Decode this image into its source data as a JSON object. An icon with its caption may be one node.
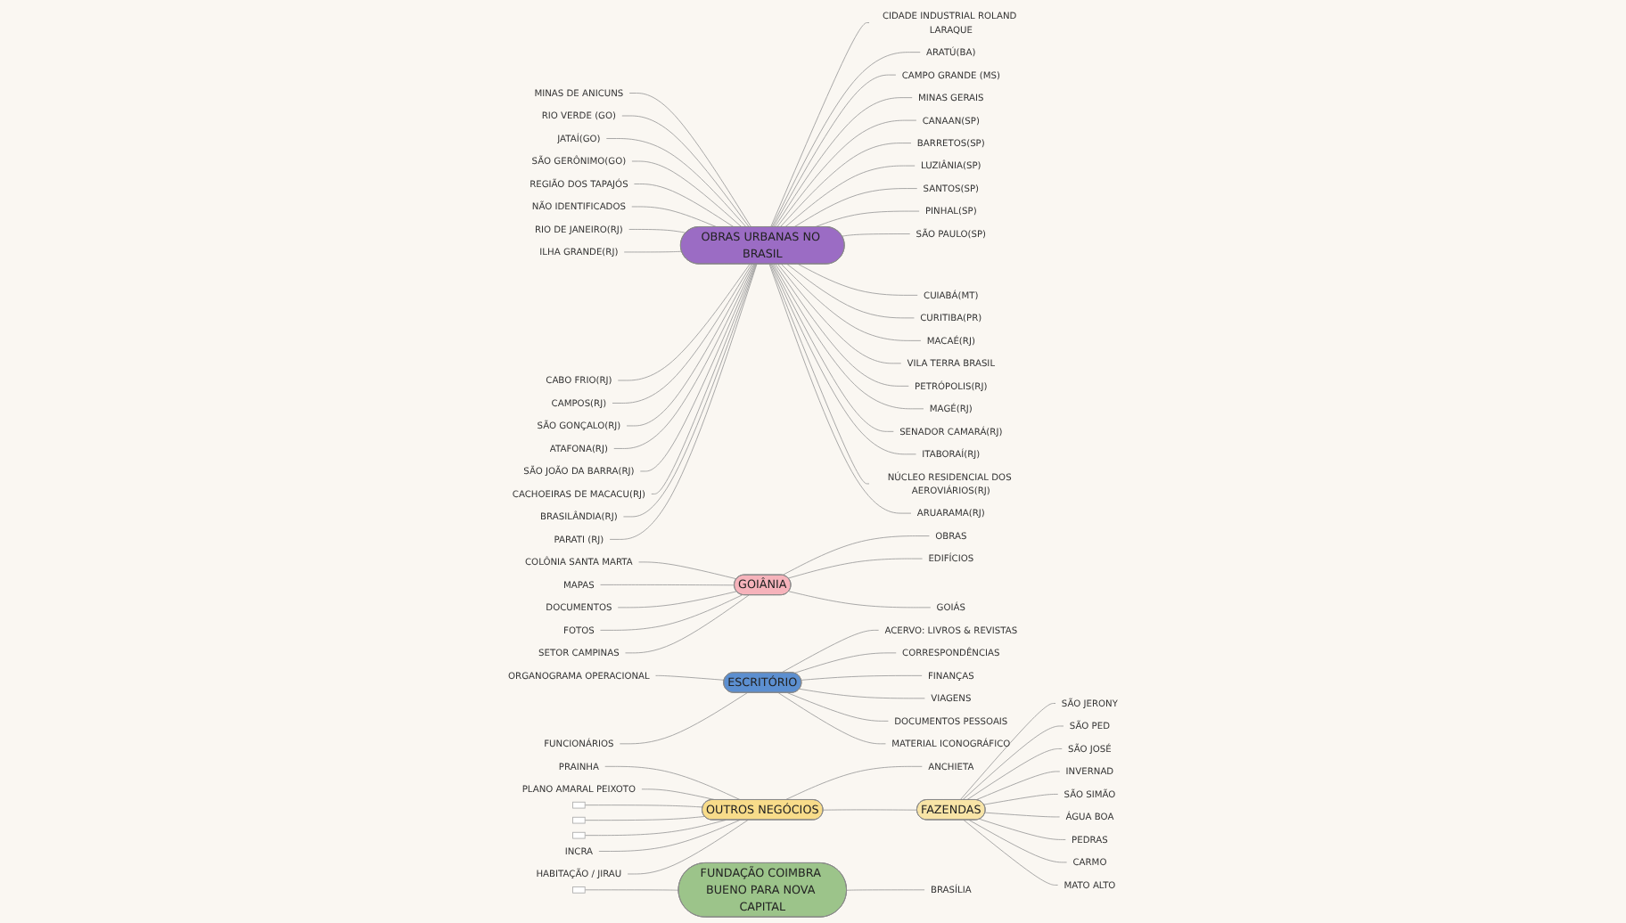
{
  "diagram": {
    "nodes": [
      {
        "text": [
          "OBRAS URBANAS NO BRASIL"
        ]
      },
      {
        "text": [
          "MINAS DE ANICUNS"
        ]
      },
      {
        "text": [
          "RIO VERDE (GO)"
        ]
      },
      {
        "text": [
          "JATAÍ(GO)"
        ]
      },
      {
        "text": [
          "SÃO GERÔNIMO(GO)"
        ]
      },
      {
        "text": [
          "REGIÃO DOS TAPAJÓS"
        ]
      },
      {
        "text": [
          "NÃO IDENTIFICADOS"
        ]
      },
      {
        "text": [
          "CIDADE INDUSTRIAL ROLAND LARAQUE"
        ]
      },
      {
        "text": [
          "ARATÚ(BA)"
        ]
      },
      {
        "text": [
          "CAMPO GRANDE (MS)"
        ]
      },
      {
        "text": [
          "MINAS GERAIS"
        ]
      },
      {
        "text": [
          "CANAAN(SP)"
        ]
      },
      {
        "text": [
          "BARRETOS(SP)"
        ]
      },
      {
        "text": [
          "LUZIÂNIA(SP)"
        ]
      },
      {
        "text": [
          "SANTOS(SP)"
        ]
      },
      {
        "text": [
          "PINHAL(SP)"
        ]
      },
      {
        "text": [
          "SÃO PAULO(SP)"
        ]
      },
      {
        "text": [
          "CUIABÁ(MT)"
        ]
      },
      {
        "text": [
          "CURITIBA(PR)"
        ]
      },
      {
        "text": [
          "RIO DE JANEIRO(RJ)"
        ]
      },
      {
        "text": [
          "ILHA GRANDE(RJ)"
        ]
      },
      {
        "text": [
          "CABO FRIO(RJ)"
        ]
      },
      {
        "text": [
          "CAMPOS(RJ)"
        ]
      },
      {
        "text": [
          "SÃO GONÇALO(RJ)"
        ]
      },
      {
        "text": [
          "ATAFONA(RJ)"
        ]
      },
      {
        "text": [
          "SÃO JOÃO DA BARRA(RJ)"
        ]
      },
      {
        "text": [
          "CACHOEIRAS DE MACACU(RJ)"
        ]
      },
      {
        "text": [
          "BRASILÂNDIA(RJ)"
        ]
      },
      {
        "text": [
          "PARATI (RJ)"
        ]
      },
      {
        "text": [
          "MACAÉ(RJ)"
        ]
      },
      {
        "text": [
          "VILA TERRA BRASIL"
        ]
      },
      {
        "text": [
          "PETRÓPOLIS(RJ)"
        ]
      },
      {
        "text": [
          "MAGÉ(RJ)"
        ]
      },
      {
        "text": [
          "SENADOR CAMARÁ(RJ)"
        ]
      },
      {
        "text": [
          "ITABORAÍ(RJ)"
        ]
      },
      {
        "text": [
          "NÚCLEO RESIDENCIAL DOS AEROVIÁRIOS(RJ)"
        ]
      },
      {
        "text": [
          "ARUARAMA(RJ)"
        ]
      },
      {
        "text": [
          "GOIÂNIA"
        ]
      },
      {
        "text": [
          "COLÔNIA SANTA MARTA"
        ]
      },
      {
        "text": [
          "OBRAS"
        ]
      },
      {
        "text": [
          "MAPAS"
        ]
      },
      {
        "text": [
          "EDIFÍCIOS"
        ]
      },
      {
        "text": [
          "DOCUMENTOS"
        ]
      },
      {
        "text": [
          "FOTOS"
        ]
      },
      {
        "text": [
          "GOIÁS"
        ]
      },
      {
        "text": [
          "SETOR CAMPINAS"
        ]
      },
      {
        "text": [
          "ESCRITÓRIO"
        ]
      },
      {
        "text": [
          "ACERVO: LIVROS & REVISTAS"
        ]
      },
      {
        "text": [
          "CORRESPONDÊNCIAS"
        ]
      },
      {
        "text": [
          "FINANÇAS"
        ]
      },
      {
        "text": [
          "VIAGENS"
        ]
      },
      {
        "text": [
          "ORGANOGRAMA OPERACIONAL"
        ]
      },
      {
        "text": [
          "DOCUMENTOS PESSOAIS"
        ]
      },
      {
        "text": [
          "MATERIAL ICONOGRÁFICO"
        ]
      },
      {
        "text": [
          "FUNCIONÁRIOS"
        ]
      },
      {
        "text": [
          "OUTROS NEGÓCIOS"
        ]
      },
      {
        "text": [
          "PRAINHA"
        ]
      },
      {
        "text": [
          "ANCHIETA"
        ]
      },
      {
        "text": [
          "PLANO AMARAL PEIXOTO"
        ]
      },
      {
        "text": [],
        "shape": "box"
      },
      {
        "text": [],
        "shape": "box"
      },
      {
        "text": [],
        "shape": "box"
      },
      {
        "text": [
          "INCRA"
        ]
      },
      {
        "text": [
          "HABITAÇÃO / JIRAU"
        ]
      },
      {
        "text": [
          "FAZENDAS"
        ]
      },
      {
        "text": [
          "SÃO JERONY"
        ]
      },
      {
        "text": [
          "SÃO PED"
        ]
      },
      {
        "text": [
          "SÃO JOSÉ"
        ]
      },
      {
        "text": [
          "INVERNAD"
        ]
      },
      {
        "text": [
          "SÃO SIMÃO"
        ]
      },
      {
        "text": [
          "ÁGUA BOA"
        ]
      },
      {
        "text": [
          "PEDRAS"
        ]
      },
      {
        "text": [
          "CARMO"
        ]
      },
      {
        "text": [
          "MATO ALTO"
        ]
      },
      {
        "text": [
          "FUNDAÇÃO COIMBRA BUENO PARA NOVA CAPITAL"
        ]
      },
      {
        "text": [],
        "shape": "box"
      },
      {
        "text": [
          "BRASÍLIA"
        ]
      }
    ],
    "edges": [
      {
        "from": 1,
        "to": 0,
        "arrow": "none"
      },
      {
        "from": 2,
        "to": 0,
        "arrow": "none"
      },
      {
        "from": 3,
        "to": 0,
        "arrow": "none"
      },
      {
        "from": 4,
        "to": 0,
        "arrow": "none"
      },
      {
        "from": 5,
        "to": 0,
        "arrow": "none"
      },
      {
        "from": 6,
        "to": 0,
        "arrow": "none"
      },
      {
        "from": 0,
        "to": 7,
        "arrow": "none"
      },
      {
        "from": 0,
        "to": 8,
        "arrow": "none"
      },
      {
        "from": 0,
        "to": 9,
        "arrow": "none"
      },
      {
        "from": 0,
        "to": 10,
        "arrow": "none"
      },
      {
        "from": 0,
        "to": 11,
        "arrow": "none"
      },
      {
        "from": 0,
        "to": 12,
        "arrow": "none"
      },
      {
        "from": 0,
        "to": 13,
        "arrow": "none"
      },
      {
        "from": 0,
        "to": 14,
        "arrow": "none"
      },
      {
        "from": 0,
        "to": 15,
        "arrow": "none"
      },
      {
        "from": 0,
        "to": 16,
        "arrow": "none"
      },
      {
        "from": 0,
        "to": 17,
        "arrow": "none"
      },
      {
        "from": 0,
        "to": 18,
        "arrow": "none"
      },
      {
        "from": 19,
        "to": 0,
        "arrow": "none"
      },
      {
        "from": 20,
        "to": 0,
        "arrow": "none"
      },
      {
        "from": 21,
        "to": 0,
        "arrow": "none"
      },
      {
        "from": 22,
        "to": 0,
        "arrow": "none"
      },
      {
        "from": 23,
        "to": 0,
        "arrow": "none"
      },
      {
        "from": 24,
        "to": 0,
        "arrow": "none"
      },
      {
        "from": 25,
        "to": 0,
        "arrow": "none"
      },
      {
        "from": 26,
        "to": 0,
        "arrow": "none"
      },
      {
        "from": 27,
        "to": 0,
        "arrow": "none"
      },
      {
        "from": 28,
        "to": 0,
        "arrow": "none"
      },
      {
        "from": 0,
        "to": 29,
        "arrow": "none"
      },
      {
        "from": 0,
        "to": 30,
        "arrow": "none"
      },
      {
        "from": 0,
        "to": 31,
        "arrow": "none"
      },
      {
        "from": 0,
        "to": 32,
        "arrow": "none"
      },
      {
        "from": 0,
        "to": 33,
        "arrow": "none"
      },
      {
        "from": 0,
        "to": 34,
        "arrow": "none"
      },
      {
        "from": 0,
        "to": 35,
        "arrow": "none"
      },
      {
        "from": 0,
        "to": 36,
        "arrow": "none"
      },
      {
        "from": 38,
        "to": 37,
        "arrow": "none"
      },
      {
        "from": 37,
        "to": 39,
        "arrow": "none"
      },
      {
        "from": 40,
        "to": 37,
        "arrow": "none"
      },
      {
        "from": 37,
        "to": 41,
        "arrow": "none"
      },
      {
        "from": 42,
        "to": 37,
        "arrow": "none"
      },
      {
        "from": 43,
        "to": 37,
        "arrow": "none"
      },
      {
        "from": 37,
        "to": 44,
        "arrow": "none"
      },
      {
        "from": 45,
        "to": 37,
        "arrow": "none"
      },
      {
        "from": 46,
        "to": 47,
        "arrow": "none"
      },
      {
        "from": 46,
        "to": 48,
        "arrow": "none"
      },
      {
        "from": 46,
        "to": 49,
        "arrow": "none"
      },
      {
        "from": 46,
        "to": 50,
        "arrow": "none"
      },
      {
        "from": 51,
        "to": 46,
        "arrow": "none"
      },
      {
        "from": 46,
        "to": 52,
        "arrow": "none"
      },
      {
        "from": 46,
        "to": 53,
        "arrow": "none"
      },
      {
        "from": 54,
        "to": 46,
        "arrow": "none"
      },
      {
        "from": 56,
        "to": 55,
        "arrow": "none"
      },
      {
        "from": 55,
        "to": 57,
        "arrow": "none"
      },
      {
        "from": 58,
        "to": 55,
        "arrow": "none"
      },
      {
        "from": 59,
        "to": 55,
        "arrow": "none"
      },
      {
        "from": 60,
        "to": 55,
        "arrow": "none"
      },
      {
        "from": 61,
        "to": 55,
        "arrow": "none"
      },
      {
        "from": 62,
        "to": 55,
        "arrow": "none"
      },
      {
        "from": 63,
        "to": 55,
        "arrow": "none"
      },
      {
        "from": 55,
        "to": 64,
        "arrow": "none"
      },
      {
        "from": 64,
        "to": 65,
        "arrow": "none"
      },
      {
        "from": 64,
        "to": 66,
        "arrow": "none"
      },
      {
        "from": 64,
        "to": 67,
        "arrow": "none"
      },
      {
        "from": 64,
        "to": 68,
        "arrow": "none"
      },
      {
        "from": 64,
        "to": 69,
        "arrow": "none"
      },
      {
        "from": 64,
        "to": 70,
        "arrow": "none"
      },
      {
        "from": 64,
        "to": 71,
        "arrow": "none"
      },
      {
        "from": 64,
        "to": 72,
        "arrow": "none"
      },
      {
        "from": 64,
        "to": 73,
        "arrow": "none"
      },
      {
        "from": 75,
        "to": 74,
        "arrow": "none"
      },
      {
        "from": 74,
        "to": 76,
        "arrow": "none"
      }
    ]
  }
}
